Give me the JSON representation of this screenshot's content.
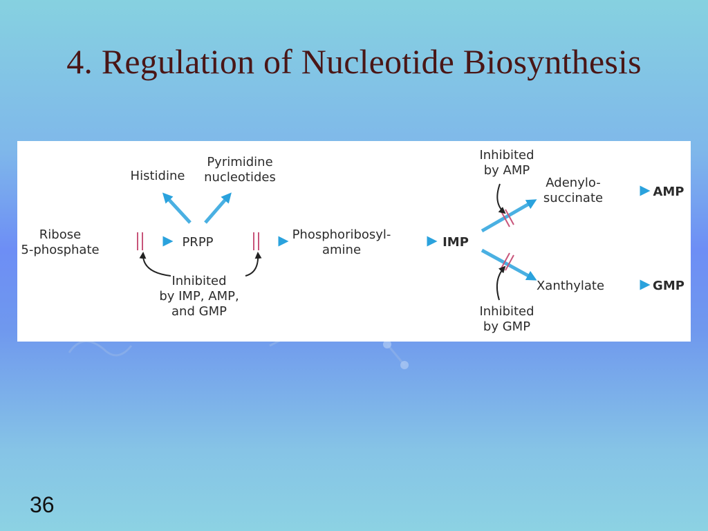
{
  "slide": {
    "title": "4. Regulation of Nucleotide Biosynthesis",
    "page_number": "36"
  },
  "diagram": {
    "nodes": {
      "ribose_line1": "Ribose",
      "ribose_line2": "5-phosphate",
      "prpp": "PRPP",
      "histidine": "Histidine",
      "pyrimidine_line1": "Pyrimidine",
      "pyrimidine_line2": "nucleotides",
      "phosphoribosyl_line1": "Phosphoribosyl-",
      "phosphoribosyl_line2": "amine",
      "imp": "IMP",
      "adenylo_line1": "Adenylo-",
      "adenylo_line2": "succinate",
      "amp": "AMP",
      "xanthylate": "Xanthylate",
      "gmp": "GMP"
    },
    "inhibitions": {
      "by_imp_amp_gmp_line1": "Inhibited",
      "by_imp_amp_gmp_line2": "by IMP, AMP,",
      "by_imp_amp_gmp_line3": "and GMP",
      "by_amp_line1": "Inhibited",
      "by_amp_line2": "by AMP",
      "by_gmp_line1": "Inhibited",
      "by_gmp_line2": "by GMP"
    },
    "colors": {
      "arrow": "#2aa2dd",
      "inhibition_bar": "#c8557a",
      "text": "#2b2b2b"
    }
  }
}
